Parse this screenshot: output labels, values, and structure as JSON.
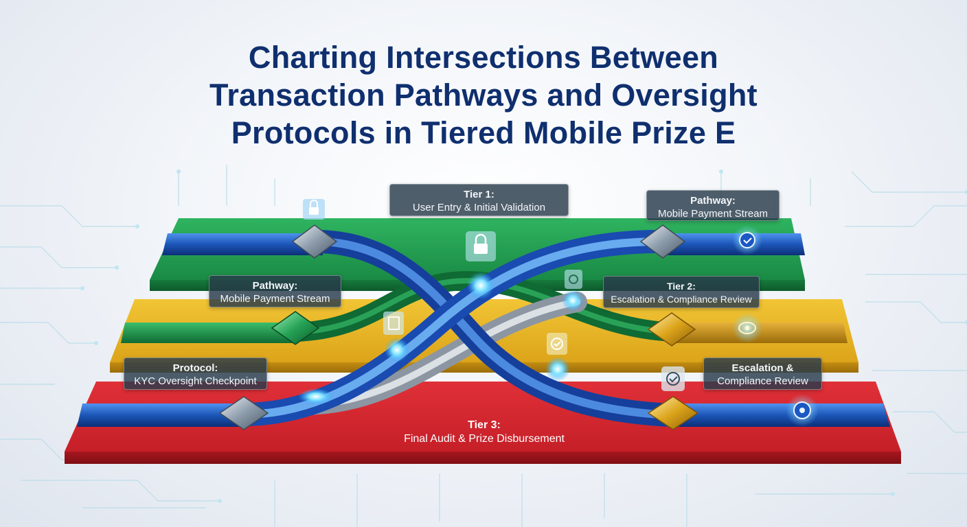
{
  "title": {
    "line1": "Charting Intersections Between",
    "line2": "Transaction Pathways and Oversight",
    "line3": "Protocols in Tiered Mobile Prize E"
  },
  "labels": {
    "tier1": {
      "heading": "Tier 1:",
      "text": "User Entry & Initial Validation"
    },
    "pathway_top": {
      "heading": "Pathway:",
      "text": "Mobile Payment Stream"
    },
    "pathway_left": {
      "heading": "Pathway:",
      "text": "Mobile Payment Stream"
    },
    "tier2": {
      "heading": "Tier 2:",
      "text": "Escalation & Compliance Review"
    },
    "protocol": {
      "heading": "Protocol:",
      "text": "KYC Oversight Checkpoint"
    },
    "escalation": {
      "heading": "Escalation &",
      "text": "Compliance Review"
    },
    "tier3": {
      "heading": "Tier 3:",
      "text": "Final Audit & Prize Disbursement"
    }
  },
  "colors": {
    "tier1": "#1f9a4e",
    "tier2": "#e6b321",
    "tier3": "#d3232c",
    "pathway_blue": "#1e63c8",
    "pathway_silver": "#b9c2cc",
    "title": "#0f2f6e"
  },
  "icons": [
    "lock-icon",
    "checkmark-icon",
    "document-icon",
    "eye-icon",
    "diamond-checkpoint-icon"
  ]
}
